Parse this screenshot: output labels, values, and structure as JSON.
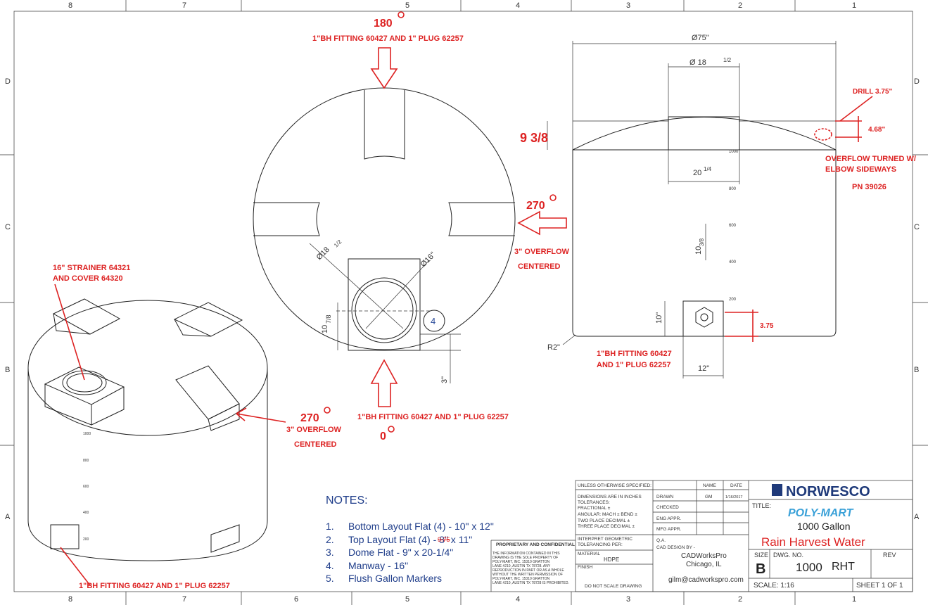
{
  "border": {
    "columns": [
      "8",
      "7",
      "6",
      "5",
      "4",
      "3",
      "2",
      "1"
    ],
    "rows": [
      "D",
      "C",
      "B",
      "A"
    ]
  },
  "callouts": {
    "top_angle": "180",
    "top_fitting": "1\"BH FITTING 60427 AND 1\" PLUG 62257",
    "right_angle": "270",
    "right_overflow": "3\" OVERFLOW",
    "right_centered": "CENTERED",
    "bottom_fitting": "1\"BH FITTING 60427 AND 1\" PLUG 62257",
    "bottom_angle": "0",
    "strainer_line1": "16\" STRAINER   64321",
    "strainer_line2": "AND COVER      64320",
    "iso_angle": "270",
    "iso_overflow": "3\" OVERFLOW",
    "iso_centered": "CENTERED",
    "iso_fitting": "1\"BH FITTING 60427 AND 1\" PLUG 62257",
    "drill": "DRILL 3.75\"",
    "drill_dim": "4.68\"",
    "overflow_turned_1": "OVERFLOW TURNED W/",
    "overflow_turned_2": "ELBOW SIDEWAYS",
    "pn": "PN 39026",
    "dome_height": "9 3/8",
    "side_fitting_1": "1\"BH FITTING 60427",
    "side_fitting_2": "AND 1\" PLUG 62257",
    "side_dim": "3.75"
  },
  "dimensions": {
    "dia_75": "Ø75\"",
    "dia_18": "Ø 18",
    "dia_18_frac": "1/2",
    "width_20": "20",
    "width_20_frac": "1/4",
    "marker_1000": "1000",
    "marker_800": "800",
    "marker_600": "600",
    "marker_400": "400",
    "marker_200": "200",
    "spacing_10": "10",
    "spacing_10_frac": "3/8",
    "height_10": "10\"",
    "width_12": "12\"",
    "radius": "R2\"",
    "plan_dia_18": "Ø18",
    "plan_dia_18_frac": "1/2",
    "plan_dia_16": "Ø16\"",
    "plan_10": "10",
    "plan_10_frac": "7/8",
    "plan_3": "3\"",
    "balloon": "4",
    "iso_markers": [
      "1000",
      "800",
      "600",
      "400",
      "200"
    ]
  },
  "notes": {
    "title": "NOTES:",
    "items": [
      {
        "num": "1.",
        "text": "Bottom Layout Flat (4) - 10\" x 12\""
      },
      {
        "num": "2.",
        "text": "Top Layout Flat (4) - 8\" x 11\""
      },
      {
        "num": "3.",
        "text": "Dome Flat - 9\" x 20-1/4\""
      },
      {
        "num": "4.",
        "text": "Manway - 16\""
      },
      {
        "num": "5.",
        "text": "Flush Gallon Markers"
      }
    ],
    "strike_text": "9.75"
  },
  "title_block": {
    "unless": "UNLESS OTHERWISE SPECIFIED:",
    "name_hdr": "NAME",
    "date_hdr": "DATE",
    "tol_lines": [
      "DIMENSIONS ARE IN INCHES",
      "TOLERANCES:",
      "FRACTIONAL ±",
      "ANGULAR: MACH ±   BEND ±",
      "TWO PLACE DECIMAL   ±",
      "THREE PLACE DECIMAL  ±"
    ],
    "drawn": "DRAWN",
    "drawn_name": "GM",
    "drawn_date": "1/16/2017",
    "checked": "CHECKED",
    "eng_appr": "ENG APPR.",
    "mfg_appr": "MFG APPR.",
    "qa": "Q.A.",
    "interp_1": "INTERPRET GEOMETRIC",
    "interp_2": "TOLERANCING PER:",
    "cad_by": "CAD DESIGN BY -",
    "material_label": "MATERIAL",
    "material": "HDPE",
    "cad_company": "CADWorksPro",
    "cad_city": "Chicago, IL",
    "finish": "FINISH",
    "email": "gilm@cadworkspro.com",
    "no_scale": "DO NOT SCALE DRAWING",
    "prop_title": "PROPRIETARY AND CONFIDENTIAL",
    "prop_lines": [
      "THE INFORMATION CONTAINED IN THIS",
      "DRAWING IS THE SOLE PROPERTY OF",
      "POLY-MART, INC. 15310 GRATTON",
      "LANE #210, AUSTIN TX 78728.  ANY",
      "REPRODUCTION IN PART OR AS A WHOLE",
      "WITHOUT THE WRITTEN PERMISSION OF",
      "POLY-MART, INC. 15310 GRATTON",
      "LANE #210, AUSTIN TX 78728 IS PROHIBITED."
    ],
    "logo": "NORWESCO",
    "title_label": "TITLE:",
    "polymart": "POLY-MART",
    "gallon": "1000 Gallon",
    "rain": "Rain Harvest Water",
    "size_label": "SIZE",
    "size": "B",
    "dwg_label": "DWG.  NO.",
    "dwg_no": "1000",
    "dwg_suffix": "RHT",
    "rev_label": "REV",
    "scale": "SCALE: 1:16",
    "sheet": "SHEET 1 OF 1"
  }
}
